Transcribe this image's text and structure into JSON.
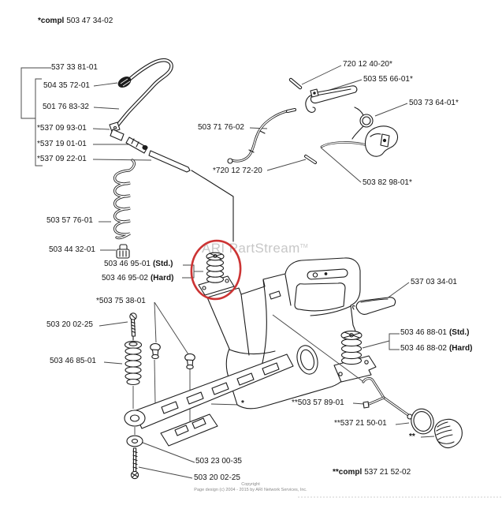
{
  "app": "ARI PartStream",
  "watermark": {
    "text": "ARI PartStream",
    "tm": "TM"
  },
  "colors": {
    "line_art": "#1c1c1c",
    "leader_lines": "#474747",
    "highlight_circle": "#cc3434",
    "watermark": "#c7c7c7",
    "footer_text": "#8a8a8a"
  },
  "footnotes": {
    "top": {
      "bold": "*compl",
      "num": "503 47 34-02"
    },
    "bottom": {
      "bold": "**compl",
      "num": "537 21 52-02"
    }
  },
  "markers": {
    "body": "*",
    "cap": "**"
  },
  "labels": [
    {
      "text": "537 33 81-01"
    },
    {
      "text": "504 35 72-01"
    },
    {
      "text": "501 76 83-32"
    },
    {
      "text": "*537 09 93-01"
    },
    {
      "text": "*537 19 01-01"
    },
    {
      "text": "*537 09 22-01"
    },
    {
      "text": "503 71 76-02"
    },
    {
      "text": "720 12 40-20*"
    },
    {
      "text": "503 55 66-01*"
    },
    {
      "text": "503 73 64-01*"
    },
    {
      "text": "*720 12 72-20"
    },
    {
      "text": "503 82 98-01*"
    },
    {
      "text": "503 57 76-01"
    },
    {
      "text": "503 44 32-01"
    },
    {
      "text": "*503 75 38-01"
    },
    {
      "text": "503 20 02-25"
    },
    {
      "text": "503 46 85-01"
    },
    {
      "text": "537 03 34-01"
    },
    {
      "text": "**503 57 89-01"
    },
    {
      "text": "**537 21 50-01"
    },
    {
      "text": "503 23 00-35"
    },
    {
      "text": "503 20 02-25"
    }
  ],
  "variant_labels": {
    "front_std": {
      "num": "503 46 95-01",
      "variant": "(Std.)"
    },
    "front_hard": {
      "num": "503 46 95-02",
      "variant": "(Hard)"
    },
    "rear_std": {
      "num": "503 46 88-01",
      "variant": "(Std.)"
    },
    "rear_hard": {
      "num": "503 46 88-02",
      "variant": "(Hard)"
    }
  },
  "footer": {
    "line1": "Copyright",
    "line2": "Page design (c) 2004 - 2015 by ARI Network Services, Inc."
  }
}
